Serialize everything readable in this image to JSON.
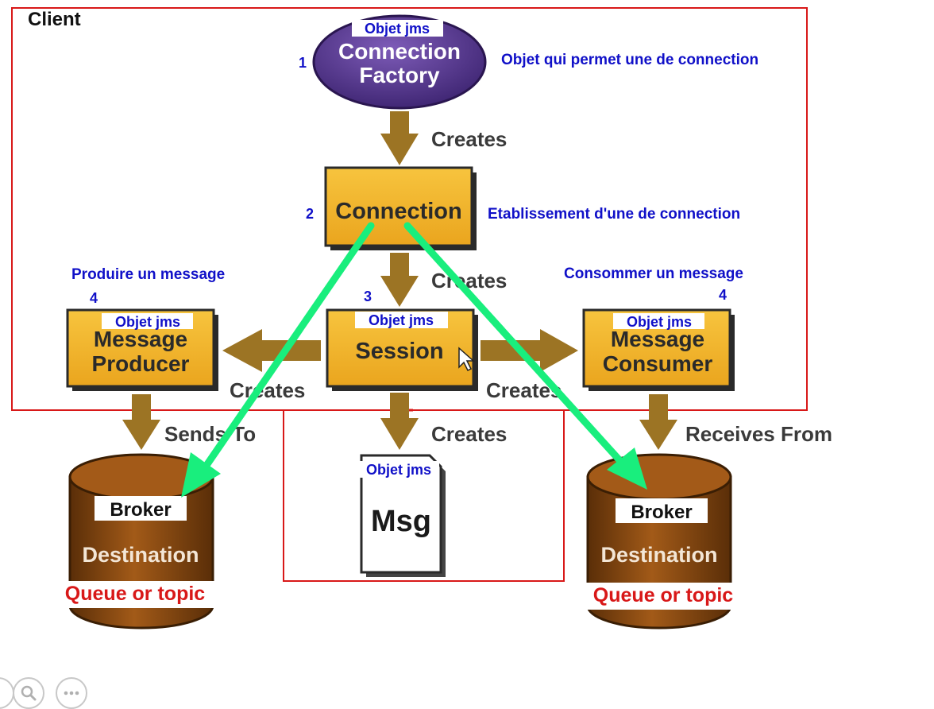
{
  "client_label": "Client",
  "nodes": {
    "connection_factory": {
      "tag": "Objet jms",
      "line1": "Connection",
      "line2": "Factory",
      "number": "1",
      "note": "Objet qui permet une de connection"
    },
    "connection": {
      "label": "Connection",
      "number": "2",
      "note": "Etablissement d'une de connection"
    },
    "session": {
      "tag": "Objet jms",
      "label": "Session",
      "number": "3"
    },
    "producer": {
      "tag": "Objet jms",
      "line1": "Message",
      "line2": "Producer",
      "number": "4",
      "note": "Produire un message"
    },
    "consumer": {
      "tag": "Objet jms",
      "line1": "Message",
      "line2": "Consumer",
      "number": "4",
      "note": "Consommer un message"
    },
    "msg": {
      "tag": "Objet jms",
      "label": "Msg"
    },
    "left_destination": {
      "broker": "Broker",
      "label": "Destination",
      "type": "Queue or topic"
    },
    "right_destination": {
      "broker": "Broker",
      "label": "Destination",
      "type": "Queue or topic"
    }
  },
  "edges": {
    "factory_to_connection": "Creates",
    "connection_to_session": "Creates",
    "session_to_producer": "Creates",
    "session_to_consumer": "Creates",
    "session_to_msg": "Creates",
    "producer_to_destination": "Sends To",
    "consumer_from_destination": "Receives From"
  },
  "colors": {
    "box_fill": "#f2b428",
    "box_border": "#2a2a2a",
    "factory_fill": "#5a3a8e",
    "arrow_brown": "#9c7424",
    "cylinder_brown": "#8a4a12",
    "green_arrow": "#19ee7d",
    "annotation_blue": "#1010c8",
    "highlight_red": "#d81818"
  },
  "controls": {
    "search_icon": "search-icon",
    "more_icon": "more-icon"
  }
}
